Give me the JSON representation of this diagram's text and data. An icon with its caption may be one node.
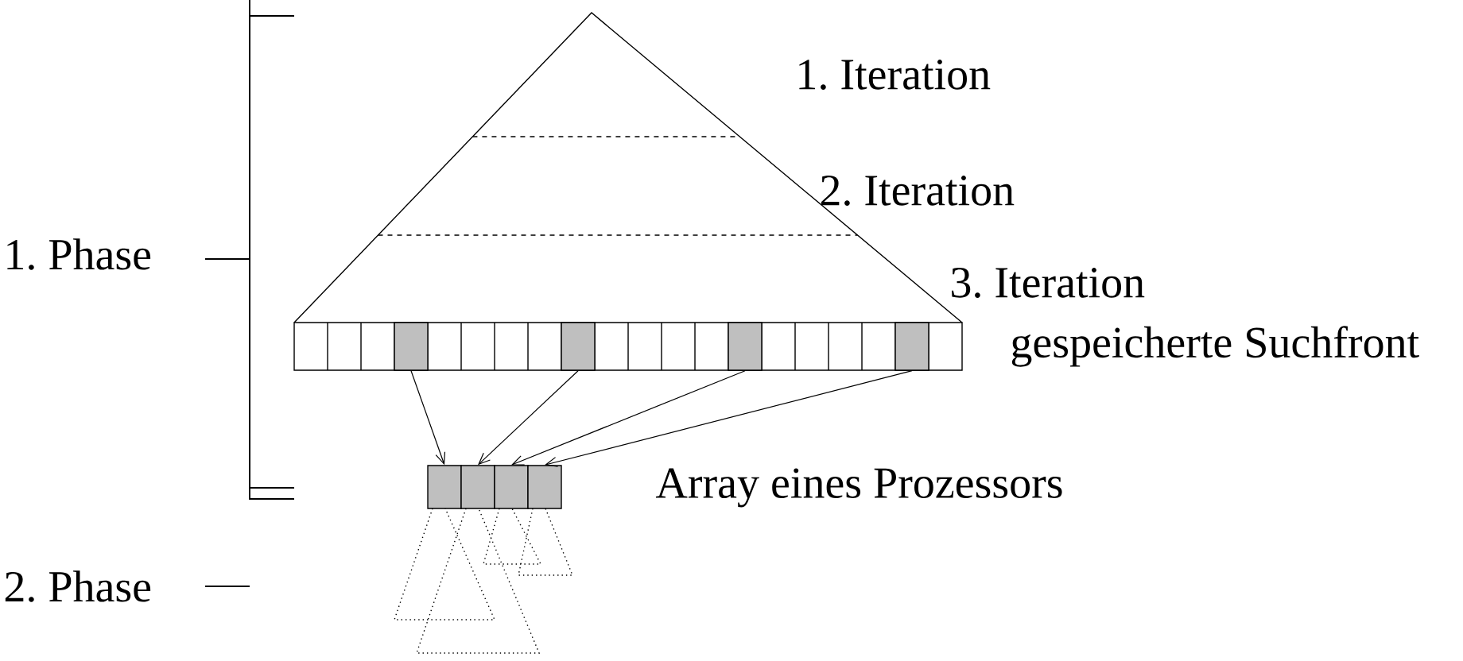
{
  "diagram": {
    "nodes": [
      {
        "text": [],
        "shape": "box"
      },
      {
        "text": [],
        "shape": "box"
      },
      {
        "text": [],
        "shape": "box"
      },
      {
        "text": [],
        "shape": "box"
      },
      {
        "text": [],
        "shape": "box"
      },
      {
        "text": [],
        "shape": "box"
      },
      {
        "text": [],
        "shape": "box"
      },
      {
        "text": [],
        "shape": "box"
      }
    ],
    "edges": [
      {
        "from": 0,
        "to": 4,
        "arrow": "to"
      },
      {
        "from": 1,
        "to": 5,
        "arrow": "to"
      },
      {
        "from": 2,
        "to": 6,
        "arrow": "to"
      },
      {
        "from": 3,
        "to": 7,
        "arrow": "to"
      }
    ],
    "labels": [
      "1. Iteration",
      "2. Iteration",
      "1. Phase",
      "3. Iteration",
      "gespeicherte Suchfront",
      "Array eines Prozessors",
      "2. Phase"
    ]
  }
}
